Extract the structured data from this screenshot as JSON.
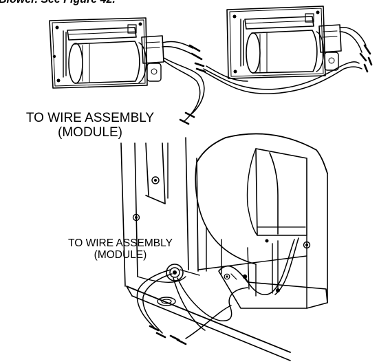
{
  "header": {
    "fragment": "Blower. See Figure 42."
  },
  "labels": {
    "upper_line1": "TO WIRE ASSEMBLY",
    "upper_line2": "(MODULE)",
    "lower_line1": "TO WIRE ASSEMBLY",
    "lower_line2": "(MODULE)"
  },
  "colors": {
    "ink": "#000000",
    "paper": "#ffffff",
    "shade": "#d9d9d9"
  }
}
